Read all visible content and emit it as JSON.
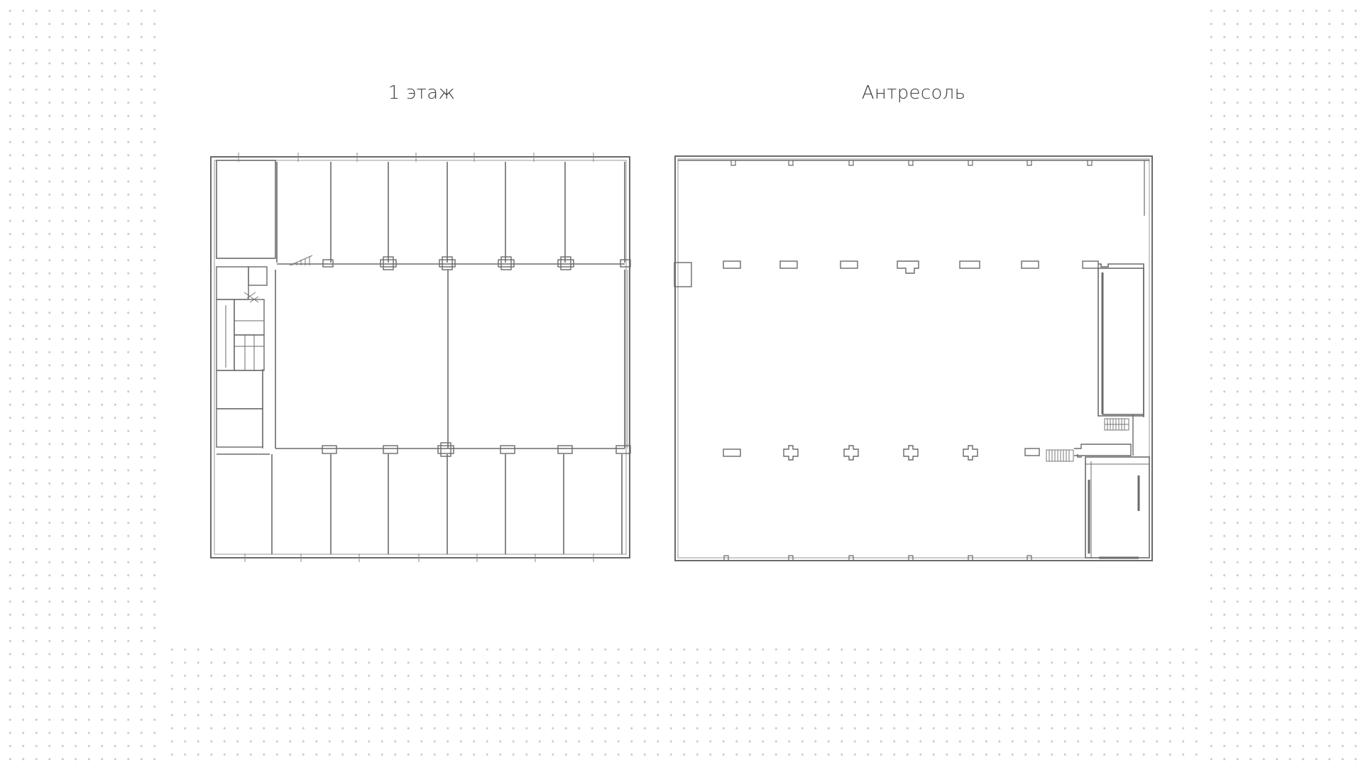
{
  "floor_plans": [
    {
      "id": "first-floor",
      "title": "1 этаж"
    },
    {
      "id": "mezzanine",
      "title": "Антресоль"
    }
  ],
  "colors": {
    "wall": "#6a6a6a",
    "thin_line": "#9a9a9a",
    "dots": "#c9ccd0",
    "title": "#3a3a3a"
  }
}
